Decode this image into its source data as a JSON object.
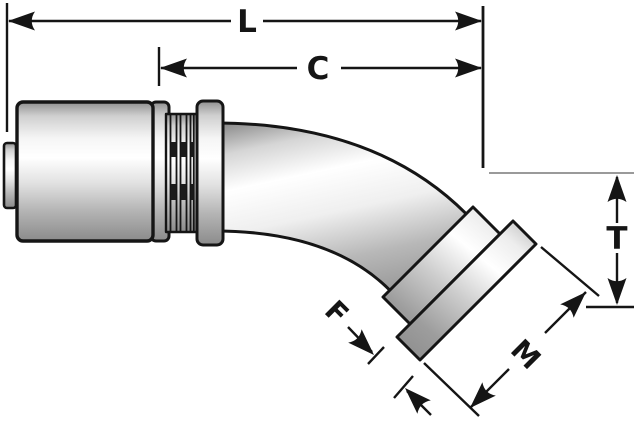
{
  "diagram": {
    "kind": "technical-dimension-drawing",
    "subject": "45-degree-flange-hose-coupling",
    "dimensions": {
      "L": {
        "label": "L"
      },
      "C": {
        "label": "C"
      },
      "T": {
        "label": "T"
      },
      "F": {
        "label": "F"
      },
      "M": {
        "label": "M"
      }
    },
    "colors": {
      "background": "#ffffff",
      "line": "#151515",
      "gray_extension_line": "#9a9a9a",
      "metal_dark": "#8a8a8a",
      "metal_mid": "#c8c8c8",
      "metal_light": "#ffffff"
    }
  }
}
